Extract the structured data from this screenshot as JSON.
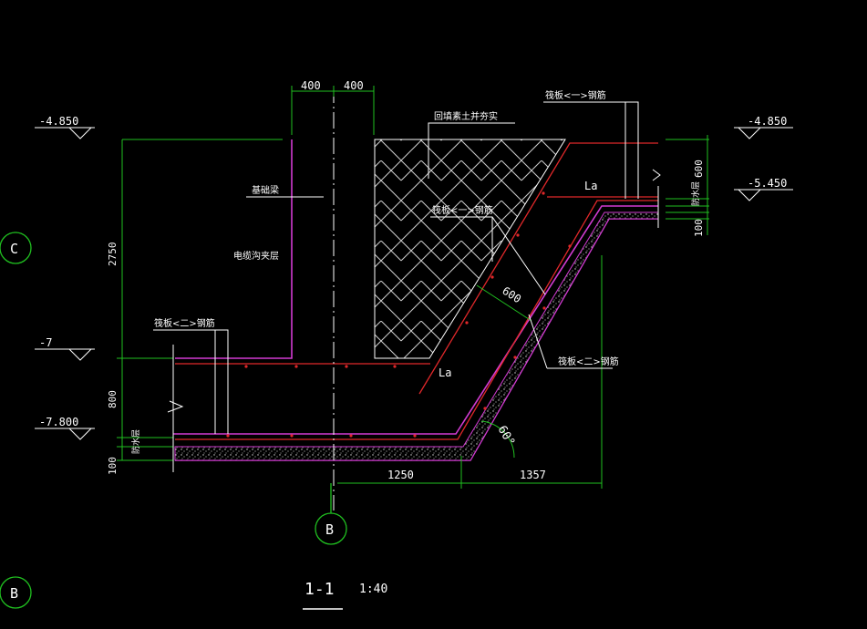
{
  "drawing": {
    "title": "1-1",
    "scale": "1:40",
    "levels": {
      "top_left": "-4.850",
      "top_right": "-4.850",
      "right_mid": "-5.450",
      "mid_left": "-7",
      "bottom_left": "-7.800"
    },
    "axis_labels": {
      "c_left": "C",
      "b_bottom": "B",
      "b_center": "B"
    },
    "dimensions": {
      "top_400_left": "400",
      "top_400_right": "400",
      "height_2750": "2750",
      "height_800": "800",
      "left_100": "100",
      "right_600": "600",
      "right_100": "100",
      "slope_600": "600",
      "bottom_1250": "1250",
      "bottom_1357": "1357",
      "angle": "60°"
    },
    "annotations": {
      "backfill": "回填素土并夯实",
      "raft_rebar_top": "筏板<一>钢筋",
      "raft_rebar_mid": "筏板<一>钢筋",
      "raft_rebar_left": "筏板<二>钢筋",
      "raft_rebar_right": "筏板<二>钢筋",
      "foundation_beam": "基础梁",
      "cable_interlayer": "电缆沟夹层",
      "waterproof_left": "防水层",
      "waterproof_right": "防水层",
      "la_top": "La",
      "la_mid": "La"
    }
  }
}
